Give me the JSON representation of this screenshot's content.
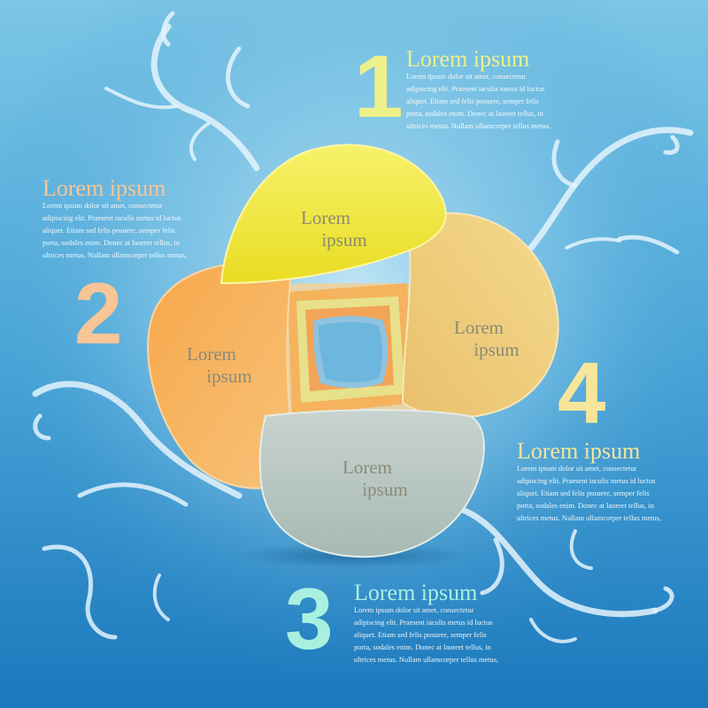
{
  "colors": {
    "background_top": "#a9dbf0",
    "background_bottom": "#1a78bd",
    "yellow": "#f2ea3a",
    "peach": "#f0cf80",
    "orange": "#f4a446",
    "gray": "#b8c7c2",
    "step1_color": "#eef08a",
    "step2_color": "#f7c596",
    "step3_color": "#a9f0e0",
    "step4_color": "#f6e59a"
  },
  "steps": [
    {
      "number": "1",
      "title": "Lorem ipsum",
      "lines": [
        "Lorem ipsum dolor sit amet, consectetur",
        "adipiscing elit. Praesent iaculis metus id luctus",
        "aliquet. Etiam sed felis posuere, semper felis",
        "porta, sodales enim. Donec at laoreet tellus, in",
        "ultrices metus. Nullam ullamcorper tellus metus,"
      ]
    },
    {
      "number": "2",
      "title": "Lorem ipsum",
      "lines": [
        "Lorem ipsum dolor sit amet, consectetur",
        "adipiscing elit. Praesent iaculis metus id luctus",
        "aliquet. Etiam sed felis posuere, semper felis",
        "porta, sodales enim. Donec at laoreet tellus, in",
        "ultrices metus. Nullam ullamcorper tellus metus,"
      ]
    },
    {
      "number": "3",
      "title": "Lorem ipsum",
      "lines": [
        "Lorem ipsum dolor sit amet, consectetur",
        "adipiscing elit. Praesent iaculis metus id luctus",
        "aliquet. Etiam sed felis posuere, semper felis",
        "porta, sodales enim. Donec at laoreet tellus, in",
        "ultrices metus. Nullam ullamcorper tellus metus,"
      ]
    },
    {
      "number": "4",
      "title": "Lorem ipsum",
      "lines": [
        "Lorem ipsum dolor sit amet, consectetur",
        "adipiscing elit. Praesent iaculis metus id luctus",
        "aliquet. Etiam sed felis posuere, semper felis",
        "porta, sodales enim. Donec at laoreet tellus, in",
        "ultrices metus. Nullam ullamcorper tellus metus,"
      ]
    }
  ],
  "petals": [
    {
      "line1": "Lorem",
      "line2": "ipsum"
    },
    {
      "line1": "Lorem",
      "line2": "ipsum"
    },
    {
      "line1": "Lorem",
      "line2": "ipsum"
    },
    {
      "line1": "Lorem",
      "line2": "ipsum"
    }
  ]
}
